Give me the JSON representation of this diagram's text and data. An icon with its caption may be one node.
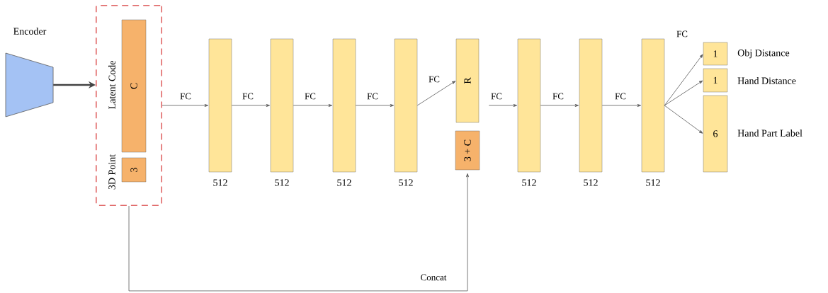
{
  "diagram": {
    "nodes": [
      {
        "text": [],
        "shape": "trapezoid",
        "beside": [
          "Encoder"
        ]
      },
      {
        "text": [],
        "shape": "box"
      },
      {
        "text": [
          "C"
        ],
        "beside": [
          "Latent Code"
        ],
        "in": 1
      },
      {
        "text": [
          "3"
        ],
        "beside": [
          "3D Point"
        ],
        "in": 1
      },
      {
        "text": [],
        "shape": "bar",
        "beside": [
          "512"
        ]
      },
      {
        "text": [],
        "shape": "bar",
        "beside": [
          "512"
        ]
      },
      {
        "text": [],
        "shape": "bar",
        "beside": [
          "512"
        ]
      },
      {
        "text": [],
        "shape": "bar",
        "beside": [
          "512"
        ]
      },
      {
        "text": [
          "R"
        ]
      },
      {
        "text": [
          "3 + C"
        ]
      },
      {
        "text": [],
        "shape": "bar",
        "beside": [
          "512"
        ]
      },
      {
        "text": [],
        "shape": "bar",
        "beside": [
          "512"
        ]
      },
      {
        "text": [],
        "shape": "bar",
        "beside": [
          "512"
        ]
      },
      {
        "text": [
          "1"
        ],
        "beside": [
          "Obj Distance"
        ]
      },
      {
        "text": [
          "1"
        ],
        "beside": [
          "Hand Distance"
        ]
      },
      {
        "text": [
          "6"
        ],
        "beside": [
          "Hand Part Label"
        ]
      }
    ],
    "edges": [
      {
        "from": 0,
        "to": 1,
        "arrow": "to",
        "style": "thick",
        "color": "#434343"
      },
      {
        "from": 1,
        "to": 4,
        "arrow": "to",
        "label": "FC"
      },
      {
        "from": 4,
        "to": 5,
        "arrow": "to",
        "label": "FC"
      },
      {
        "from": 5,
        "to": 6,
        "arrow": "to",
        "label": "FC"
      },
      {
        "from": 6,
        "to": 7,
        "arrow": "to",
        "label": "FC"
      },
      {
        "from": 7,
        "to": 8,
        "arrow": "to",
        "label": "FC"
      },
      {
        "from": 8,
        "to": 10,
        "arrow": "to",
        "label": "FC"
      },
      {
        "from": 10,
        "to": 11,
        "arrow": "to",
        "label": "FC"
      },
      {
        "from": 11,
        "to": 12,
        "arrow": "to",
        "label": "FC"
      },
      {
        "from": 12,
        "to": 13,
        "arrow": "to"
      },
      {
        "from": 12,
        "to": 14,
        "arrow": "to"
      },
      {
        "from": 12,
        "to": 15,
        "arrow": "to"
      },
      {
        "from": 1,
        "to": 9,
        "arrow": "to",
        "label": "Concat"
      }
    ],
    "labels": [
      "FC"
    ]
  }
}
